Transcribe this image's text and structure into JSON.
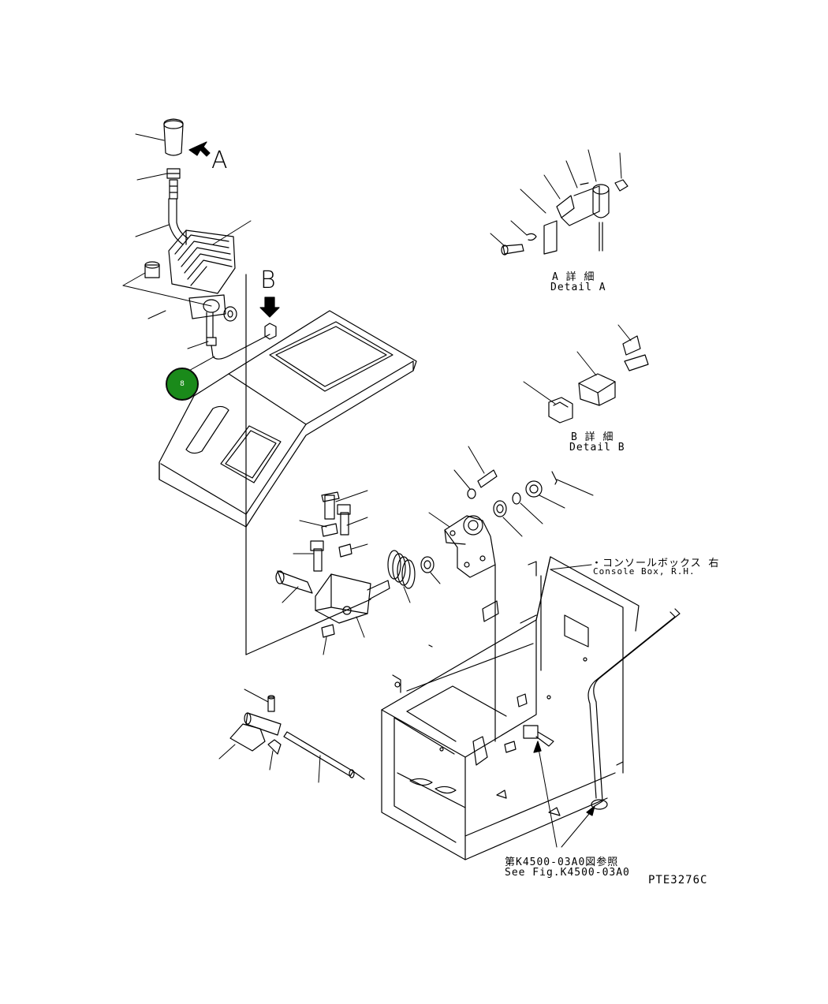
{
  "callout_A": "A",
  "callout_B": "B",
  "detail_a": {
    "title_jp": "A 詳 細",
    "title_en": "Detail A"
  },
  "detail_b": {
    "title_jp": "B 詳 細",
    "title_en": "Detail B"
  },
  "console_box": {
    "label_jp": "・コンソールボックス 右",
    "label_en": "Console Box, R.H."
  },
  "reference": {
    "label_jp": "第K4500-03A0図参照",
    "label_en": "See Fig.K4500-03A0"
  },
  "figure_code": "PTE3276C",
  "hotspot": {
    "label": "8",
    "color": "#1a8a1a"
  }
}
